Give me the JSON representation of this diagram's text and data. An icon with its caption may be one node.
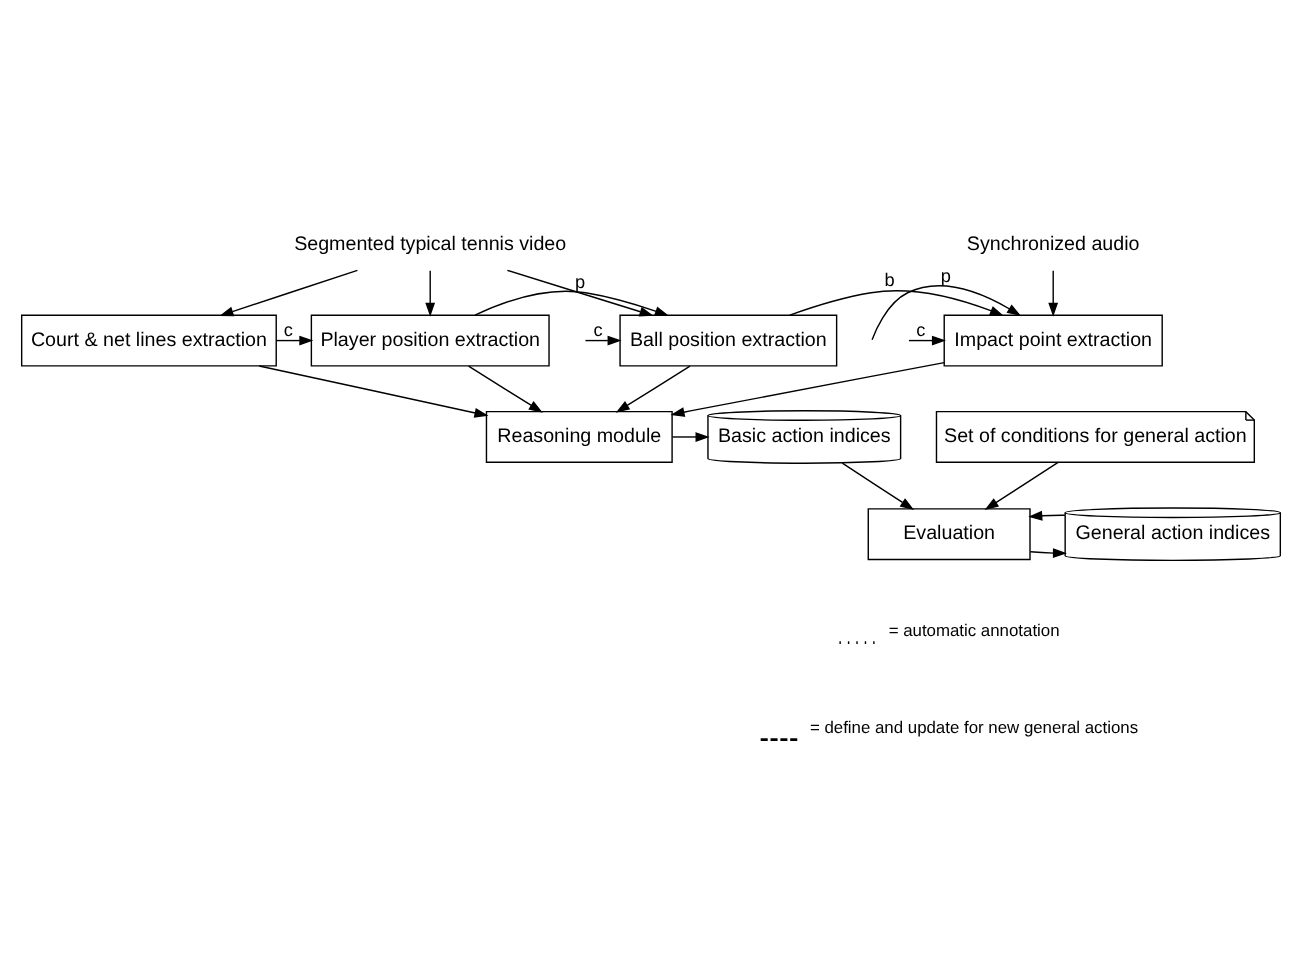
{
  "diagram": {
    "nodes": [
      {
        "text": [
          "Segmented typical tennis video"
        ]
      },
      {
        "text": [
          "Synchronized audio"
        ]
      },
      {
        "text": [
          "Court & net lines extraction"
        ]
      },
      {
        "text": [
          "Player position extraction"
        ]
      },
      {
        "text": [
          "Ball position extraction"
        ]
      },
      {
        "text": [
          "Impact point extraction"
        ]
      },
      {
        "text": [
          "Set of conditions for general action"
        ]
      },
      {
        "text": [
          "Reasoning module"
        ]
      },
      {
        "text": [
          "Basic action indices"
        ]
      },
      {
        "text": [
          "Evaluation"
        ]
      },
      {
        "text": [
          "General action indices"
        ]
      }
    ],
    "edges": [
      {
        "from": 0,
        "to": 2,
        "arrow": "to"
      },
      {
        "from": 0,
        "to": 3,
        "arrow": "to"
      },
      {
        "from": 0,
        "to": 4,
        "arrow": "to"
      },
      {
        "from": 1,
        "to": 5,
        "arrow": "to"
      },
      {
        "from": 2,
        "to": 3,
        "arrow": "to",
        "label": "c"
      },
      {
        "from": 3,
        "to": 4,
        "arrow": "to",
        "label": "p"
      },
      {
        "from": null,
        "to": 4,
        "arrow": "to",
        "label": "c"
      },
      {
        "from": 4,
        "to": 5,
        "arrow": "to",
        "label": "b"
      },
      {
        "from": null,
        "to": 5,
        "arrow": "to",
        "label": "p"
      },
      {
        "from": null,
        "to": 5,
        "arrow": "to",
        "label": "c"
      },
      {
        "from": 2,
        "to": 7,
        "arrow": "to"
      },
      {
        "from": 3,
        "to": 7,
        "arrow": "to"
      },
      {
        "from": 4,
        "to": 7,
        "arrow": "to"
      },
      {
        "from": 5,
        "to": 7,
        "arrow": "to"
      },
      {
        "from": 7,
        "to": 8,
        "arrow": "to"
      },
      {
        "from": 6,
        "to": 9,
        "arrow": "to"
      },
      {
        "from": 8,
        "to": 9,
        "arrow": "to"
      },
      {
        "from": 9,
        "to": 10,
        "arrow": "to"
      },
      {
        "from": 10,
        "to": 9,
        "arrow": "to"
      }
    ],
    "legend": [
      {
        "text": "= automatic annotation"
      },
      {
        "text": "= define and update for new general actions"
      }
    ]
  }
}
